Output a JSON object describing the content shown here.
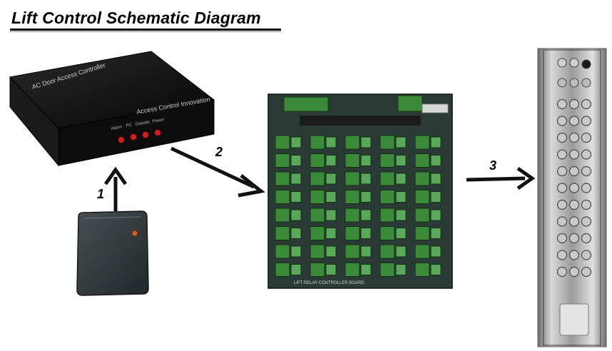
{
  "title": "Lift Control Schematic Diagram",
  "controller": {
    "lid_label": "AC Door Access Controller",
    "front_label": "Access Control Innovation",
    "led_labels": [
      "Alarm",
      "PC",
      "Outside",
      "Power"
    ]
  },
  "steps": [
    "1",
    "2",
    "3"
  ],
  "board": {
    "label": "LIFT RELAY CONTROLLER BOARD",
    "rows": 8,
    "cols": 5
  },
  "panel": {
    "button_rows": 11,
    "button_cols": 3
  },
  "colors": {
    "controller": "#141414",
    "board": "#2a3a35",
    "relay": "#3a8a3a",
    "led": "#cc2222",
    "panel": "#b8b8b8"
  }
}
